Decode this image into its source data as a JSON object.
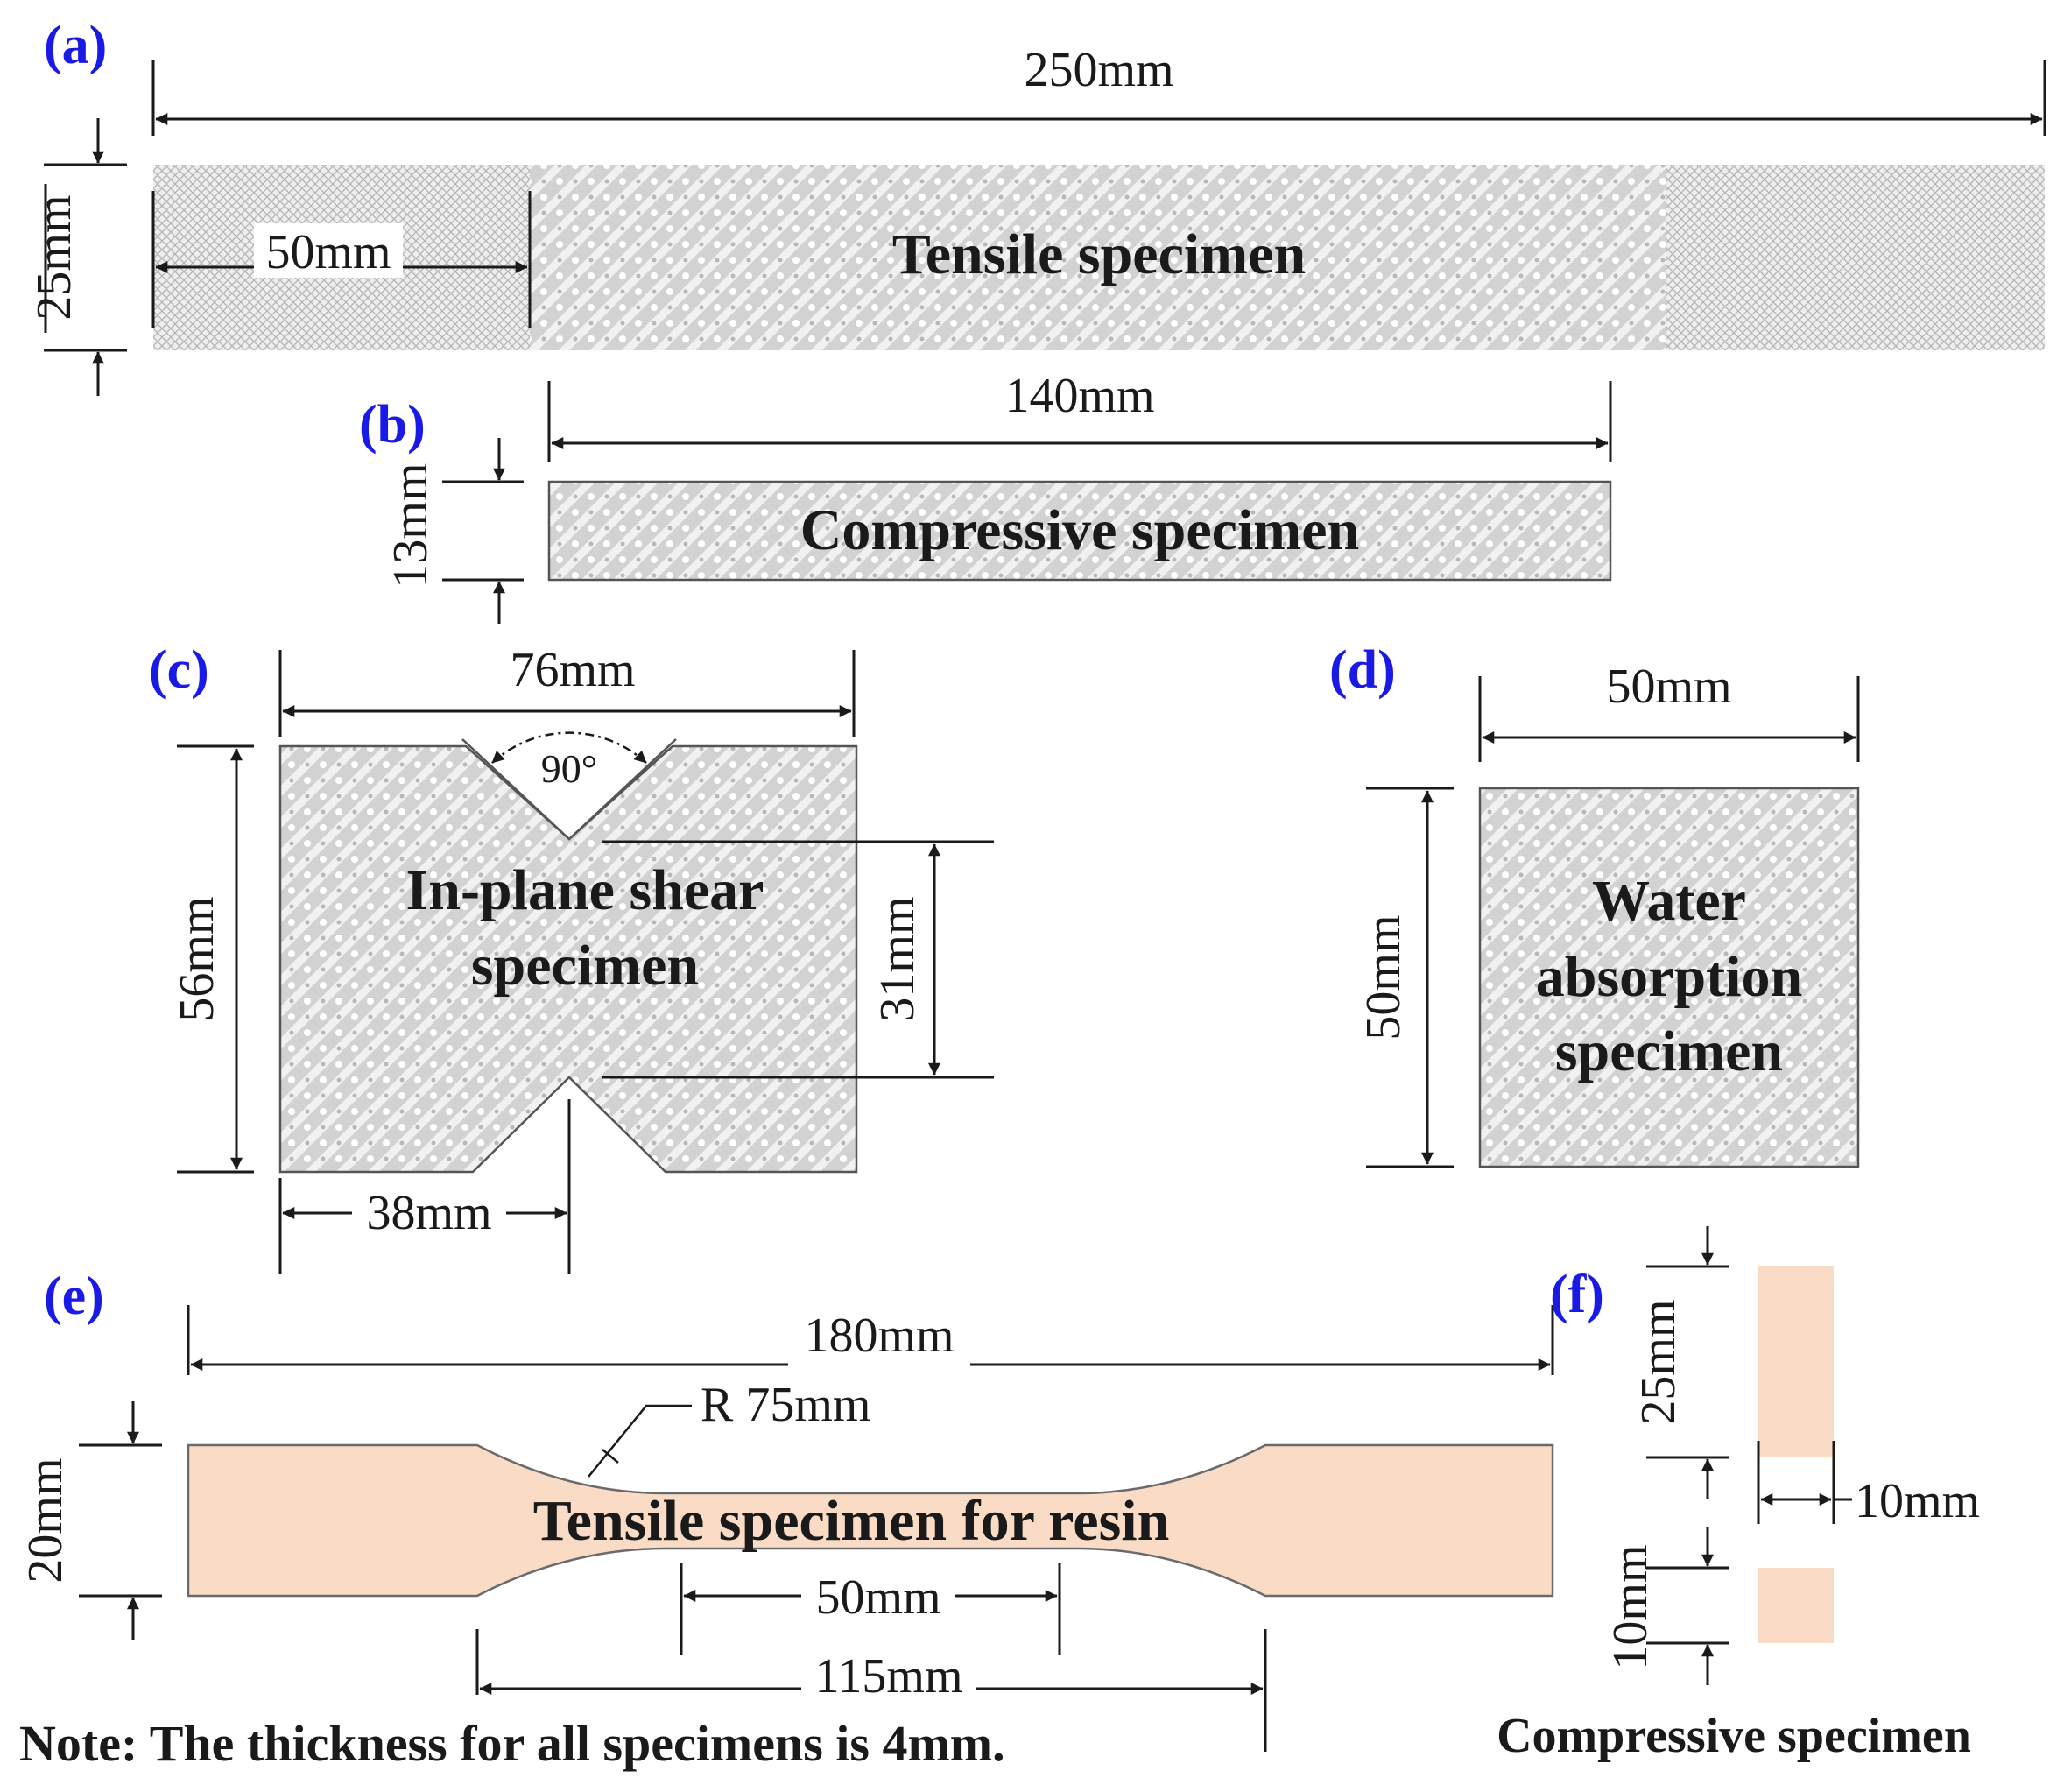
{
  "colors": {
    "panel_label": "#1a1ae6",
    "resin": "#fadcc6",
    "fabric": "#d4d4d4",
    "line": "#1a1a1a"
  },
  "panels": {
    "a": {
      "label": "(a)",
      "length": "250mm",
      "width": "25mm",
      "grip": "50mm",
      "name": "Tensile specimen"
    },
    "b": {
      "label": "(b)",
      "length": "140mm",
      "width": "13mm",
      "name": "Compressive specimen"
    },
    "c": {
      "label": "(c)",
      "width": "76mm",
      "height": "56mm",
      "between_notches": "31mm",
      "notch_offset": "38mm",
      "notch_angle": "90°",
      "name_line1": "In-plane shear",
      "name_line2": "specimen"
    },
    "d": {
      "label": "(d)",
      "width": "50mm",
      "height": "50mm",
      "name_line1": "Water",
      "name_line2": "absorption",
      "name_line3": "specimen"
    },
    "e": {
      "label": "(e)",
      "length": "180mm",
      "width": "20mm",
      "radius": "R 75mm",
      "gauge": "50mm",
      "neck": "115mm",
      "name": "Tensile specimen for resin"
    },
    "f": {
      "label": "(f)",
      "height_long": "25mm",
      "width": "10mm",
      "height_short": "10mm",
      "name": "Compressive specimen"
    }
  },
  "note": "Note: The thickness for all specimens is 4mm."
}
